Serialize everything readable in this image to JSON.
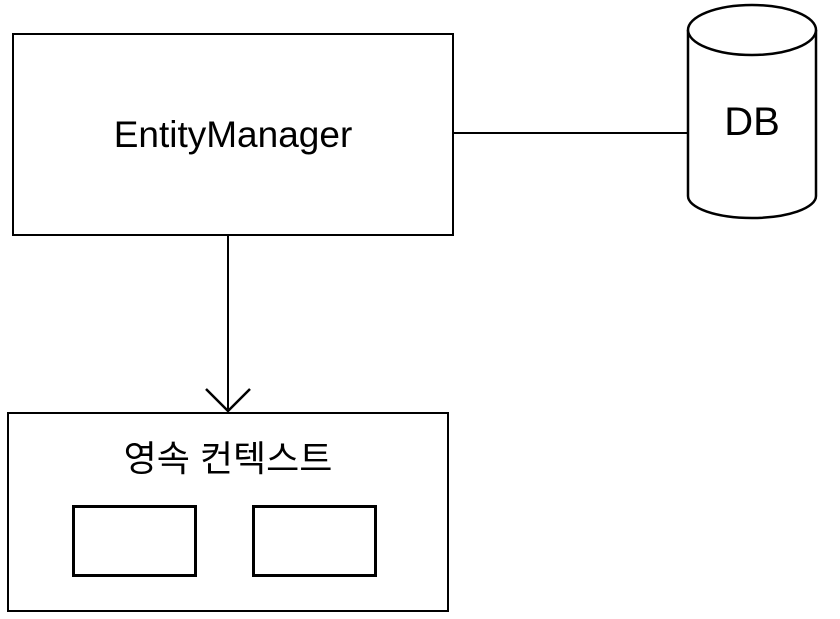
{
  "diagram": {
    "type": "architecture-diagram",
    "background_color": "#ffffff",
    "line_color": "#000000",
    "nodes": [
      {
        "id": "entity_manager",
        "label": "EntityManager",
        "shape": "rectangle"
      },
      {
        "id": "db",
        "label": "DB",
        "shape": "cylinder"
      },
      {
        "id": "persistence_context",
        "label": "영속 컨텍스트",
        "shape": "rectangle",
        "empty_slots": 2
      }
    ],
    "edges": [
      {
        "from": "entity_manager",
        "to": "db",
        "style": "plain-line"
      },
      {
        "from": "entity_manager",
        "to": "persistence_context",
        "style": "arrow-open-head"
      }
    ]
  }
}
